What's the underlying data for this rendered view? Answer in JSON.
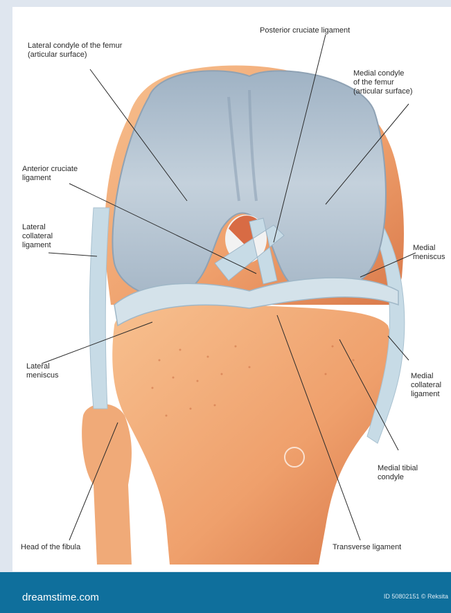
{
  "labels": {
    "lateral_condyle": "Lateral condyle of the femur\n(articular surface)",
    "posterior_cruciate": "Posterior cruciate ligament",
    "medial_condyle": "Medial condyle\nof the femur\n(articular surface)",
    "anterior_cruciate": "Anterior cruciate\nligament",
    "lateral_collateral": "Lateral\ncollateral\nligament",
    "medial_meniscus": "Medial\nmeniscus",
    "lateral_meniscus": "Lateral\nmeniscus",
    "medial_collateral": "Medial\ncollateral\nligament",
    "medial_tibial": "Medial tibial\ncondyle",
    "head_fibula": "Head of the fibula",
    "transverse": "Transverse ligament"
  },
  "footer": {
    "brand": "dreamstime.com",
    "stock_id": "ID 50802151 © Reksita"
  },
  "colors": {
    "bone": "#f0a070",
    "cartilage": "#b9c6d3",
    "ligament": "#c7dbe6",
    "footer": "#0f6f9c"
  }
}
